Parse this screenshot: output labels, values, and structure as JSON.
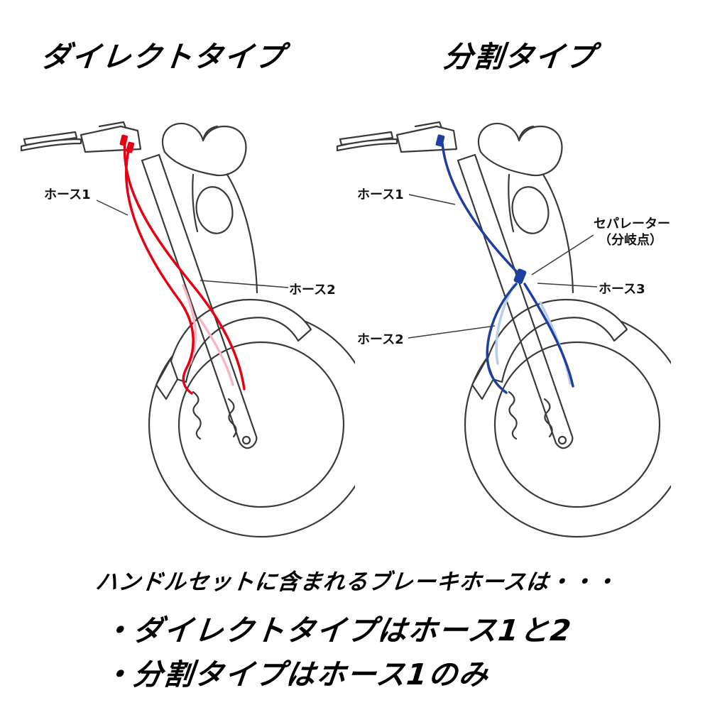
{
  "headings": {
    "left": "ダイレクトタイプ",
    "right": "分割タイプ"
  },
  "labels_left": {
    "hose1": "ホース1",
    "hose2": "ホース2"
  },
  "labels_right": {
    "hose1": "ホース1",
    "hose2": "ホース2",
    "hose3": "ホース3",
    "separator_line1": "セパレーター",
    "separator_line2": "（分岐点）"
  },
  "footer": {
    "intro": "ハンドルセットに含まれるブレーキホースは・・・",
    "bullet_direct": "・ダイレクトタイプはホース1と2",
    "bullet_split": "・分割タイプはホース1のみ"
  },
  "colors": {
    "line": "#3a3a3a",
    "text": "#000000",
    "hose_red": "#e60013",
    "hose_red_faint": "#f5b8c3",
    "hose_blue": "#1e3f9f",
    "hose_blue_faint": "#b7cde9"
  }
}
